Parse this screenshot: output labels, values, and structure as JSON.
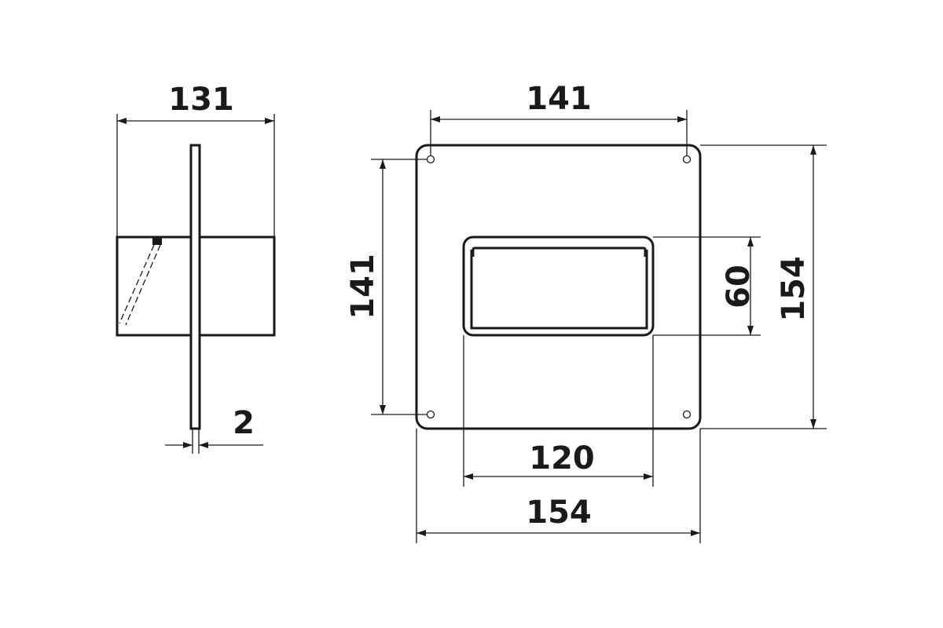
{
  "side_view": {
    "width_label": "131",
    "thickness_label": "2"
  },
  "front_view": {
    "hole_spacing_horizontal_label": "141",
    "hole_spacing_vertical_label": "141",
    "opening_height_label": "60",
    "plate_height_label": "154",
    "opening_width_label": "120",
    "plate_width_label": "154"
  },
  "colors": {
    "line": "#1a1a1a",
    "background": "#ffffff"
  }
}
